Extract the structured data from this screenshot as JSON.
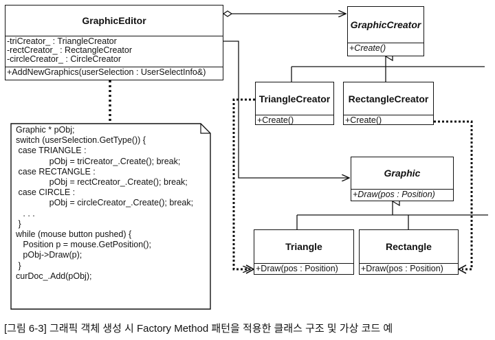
{
  "diagram": {
    "classes": {
      "graphic_editor": {
        "name": "GraphicEditor",
        "attributes": [
          "-triCreator_ : TriangleCreator",
          "-rectCreator_ : RectangleCreator",
          "-circleCreator_ : CircleCreator"
        ],
        "operations": [
          "+AddNewGraphics(userSelection : UserSelectInfo&)"
        ]
      },
      "graphic_creator": {
        "name": "GraphicCreator",
        "operations": [
          "+Create()"
        ]
      },
      "triangle_creator": {
        "name": "TriangleCreator",
        "operations": [
          "+Create()"
        ]
      },
      "rectangle_creator": {
        "name": "RectangleCreator",
        "operations": [
          "+Create()"
        ]
      },
      "graphic": {
        "name": "Graphic",
        "operations": [
          "+Draw(pos : Position)"
        ]
      },
      "triangle": {
        "name": "Triangle",
        "operations": [
          "+Draw(pos : Position)"
        ]
      },
      "rectangle": {
        "name": "Rectangle",
        "operations": [
          "+Draw(pos : Position)"
        ]
      }
    },
    "note_lines": [
      "Graphic * pObj;",
      "",
      "switch (userSelection.GetType()) {",
      " case TRIANGLE :",
      "              pObj = triCreator_.Create(); break;",
      " case RECTANGLE :",
      "              pObj = rectCreator_.Create(); break;",
      " case CIRCLE :",
      "              pObj = circleCreator_.Create(); break;",
      "   . . .",
      " }",
      "",
      "while (mouse button pushed) {",
      "   Position p = mouse.GetPosition();",
      "   pObj->Draw(p);",
      " }",
      "",
      "curDoc_.Add(pObj);"
    ],
    "caption": "[그림 6-3] 그래픽 객체 생성 시 Factory Method 패턴을 적용한 클래스 구조 및 가상 코드 예"
  }
}
